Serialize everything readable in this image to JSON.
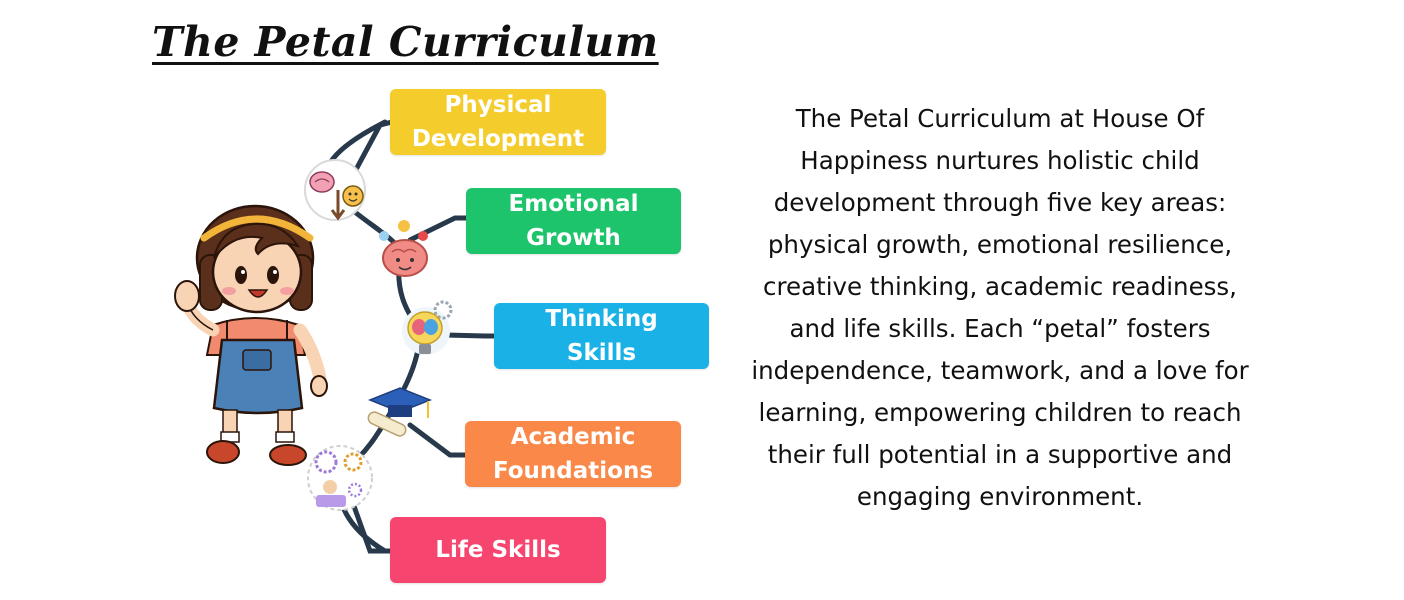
{
  "title": "The Petal Curriculum",
  "petals": [
    {
      "label": "Physical\nDevelopment",
      "color": "#f4cd2c",
      "icon": "brain-growth-icon"
    },
    {
      "label": "Emotional\nGrowth",
      "color": "#1dc46c",
      "icon": "emotional-brain-icon"
    },
    {
      "label": "Thinking\nSkills",
      "color": "#1ab2e6",
      "icon": "lightbulb-gears-icon"
    },
    {
      "label": "Academic\nFoundations",
      "color": "#f98849",
      "icon": "graduation-cap-icon"
    },
    {
      "label": "Life Skills",
      "color": "#f6466f",
      "icon": "life-skills-icon"
    }
  ],
  "description": "The Petal Curriculum at House Of Happiness nurtures holistic child development through five key areas: physical growth, emotional resilience, creative thinking, academic readiness, and life skills. Each “petal” fosters independence, teamwork, and a love for learning, empowering children to reach their full potential in a supportive and engaging environment.",
  "colors": {
    "connector": "#27394a",
    "text": "#111111",
    "background": "#ffffff"
  }
}
